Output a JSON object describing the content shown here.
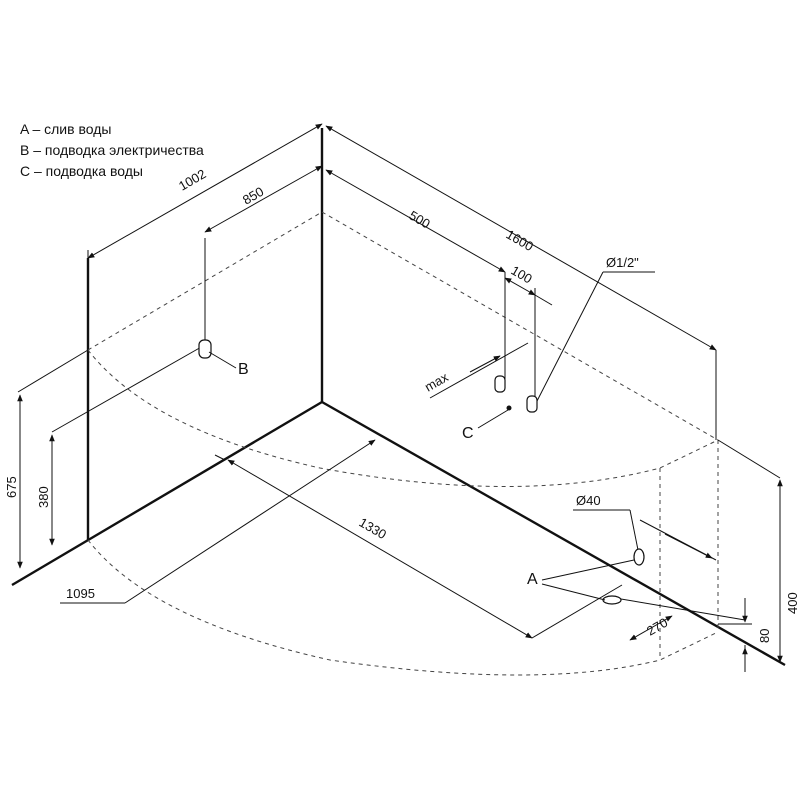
{
  "legend": {
    "a": "A – слив воды",
    "b": "B – подводка электричества",
    "c": "C – подводка воды"
  },
  "dimensions": {
    "d1002": "1002",
    "d850": "850",
    "d500": "500",
    "d1600": "1600",
    "d100": "100",
    "d_pipe": "Ø1/2\"",
    "d_max": "max",
    "d675": "675",
    "d380": "380",
    "d1330": "1330",
    "d1095": "1095",
    "d_drain": "Ø40",
    "d270": "270",
    "d80": "80",
    "d400": "400"
  },
  "labels": {
    "a": "A",
    "b": "B",
    "c": "C"
  }
}
